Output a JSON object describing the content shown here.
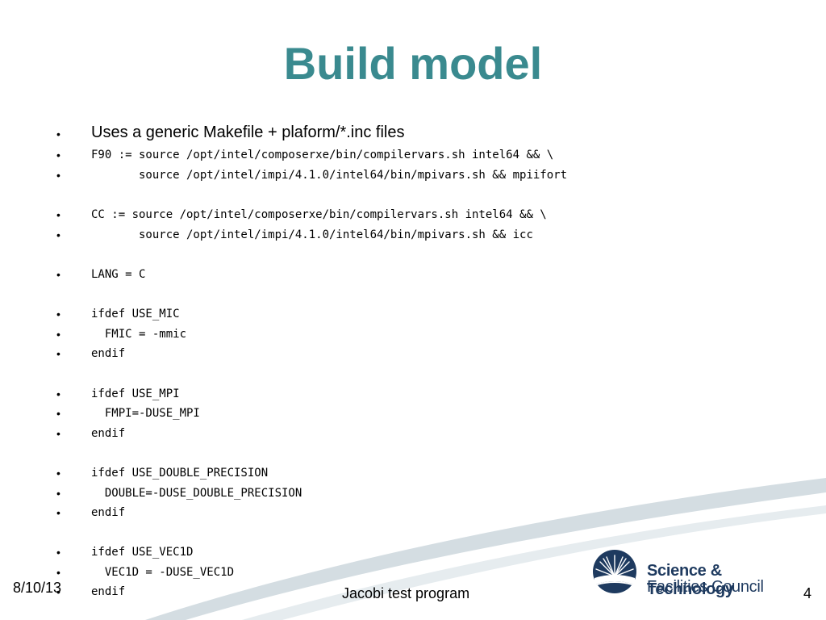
{
  "slide": {
    "title": "Build model",
    "bullets": [
      {
        "text": "Uses a generic Makefile + plaform/*.inc files",
        "style": "sans"
      },
      {
        "text": "F90 := source /opt/intel/composerxe/bin/compilervars.sh intel64 && \\",
        "style": "mono"
      },
      {
        "text": "       source /opt/intel/impi/4.1.0/intel64/bin/mpivars.sh && mpiifort",
        "style": "mono"
      },
      {
        "text": "CC := source /opt/intel/composerxe/bin/compilervars.sh intel64 && \\",
        "style": "mono"
      },
      {
        "text": "       source /opt/intel/impi/4.1.0/intel64/bin/mpivars.sh && icc",
        "style": "mono"
      },
      {
        "text": "LANG = C",
        "style": "mono"
      },
      {
        "text": "ifdef USE_MIC",
        "style": "mono"
      },
      {
        "text": "  FMIC = -mmic",
        "style": "mono"
      },
      {
        "text": "endif",
        "style": "mono"
      },
      {
        "text": "ifdef USE_MPI",
        "style": "mono"
      },
      {
        "text": "  FMPI=-DUSE_MPI",
        "style": "mono"
      },
      {
        "text": "endif",
        "style": "mono"
      },
      {
        "text": "ifdef USE_DOUBLE_PRECISION",
        "style": "mono"
      },
      {
        "text": "  DOUBLE=-DUSE_DOUBLE_PRECISION",
        "style": "mono"
      },
      {
        "text": "endif",
        "style": "mono"
      },
      {
        "text": "ifdef USE_VEC1D",
        "style": "mono"
      },
      {
        "text": "  VEC1D = -DUSE_VEC1D",
        "style": "mono"
      },
      {
        "text": "endif",
        "style": "mono"
      }
    ]
  },
  "footer": {
    "date": "8/10/13",
    "center": "Jacobi test program",
    "page": "4"
  },
  "logo": {
    "line1": "Science & Technology",
    "line2": "Facilities Council",
    "icon": "stfc-sunburst-icon"
  },
  "colors": {
    "title": "#3a8a8f",
    "logo_navy": "#1e3a5f",
    "swoosh": "#c9d3d8"
  }
}
